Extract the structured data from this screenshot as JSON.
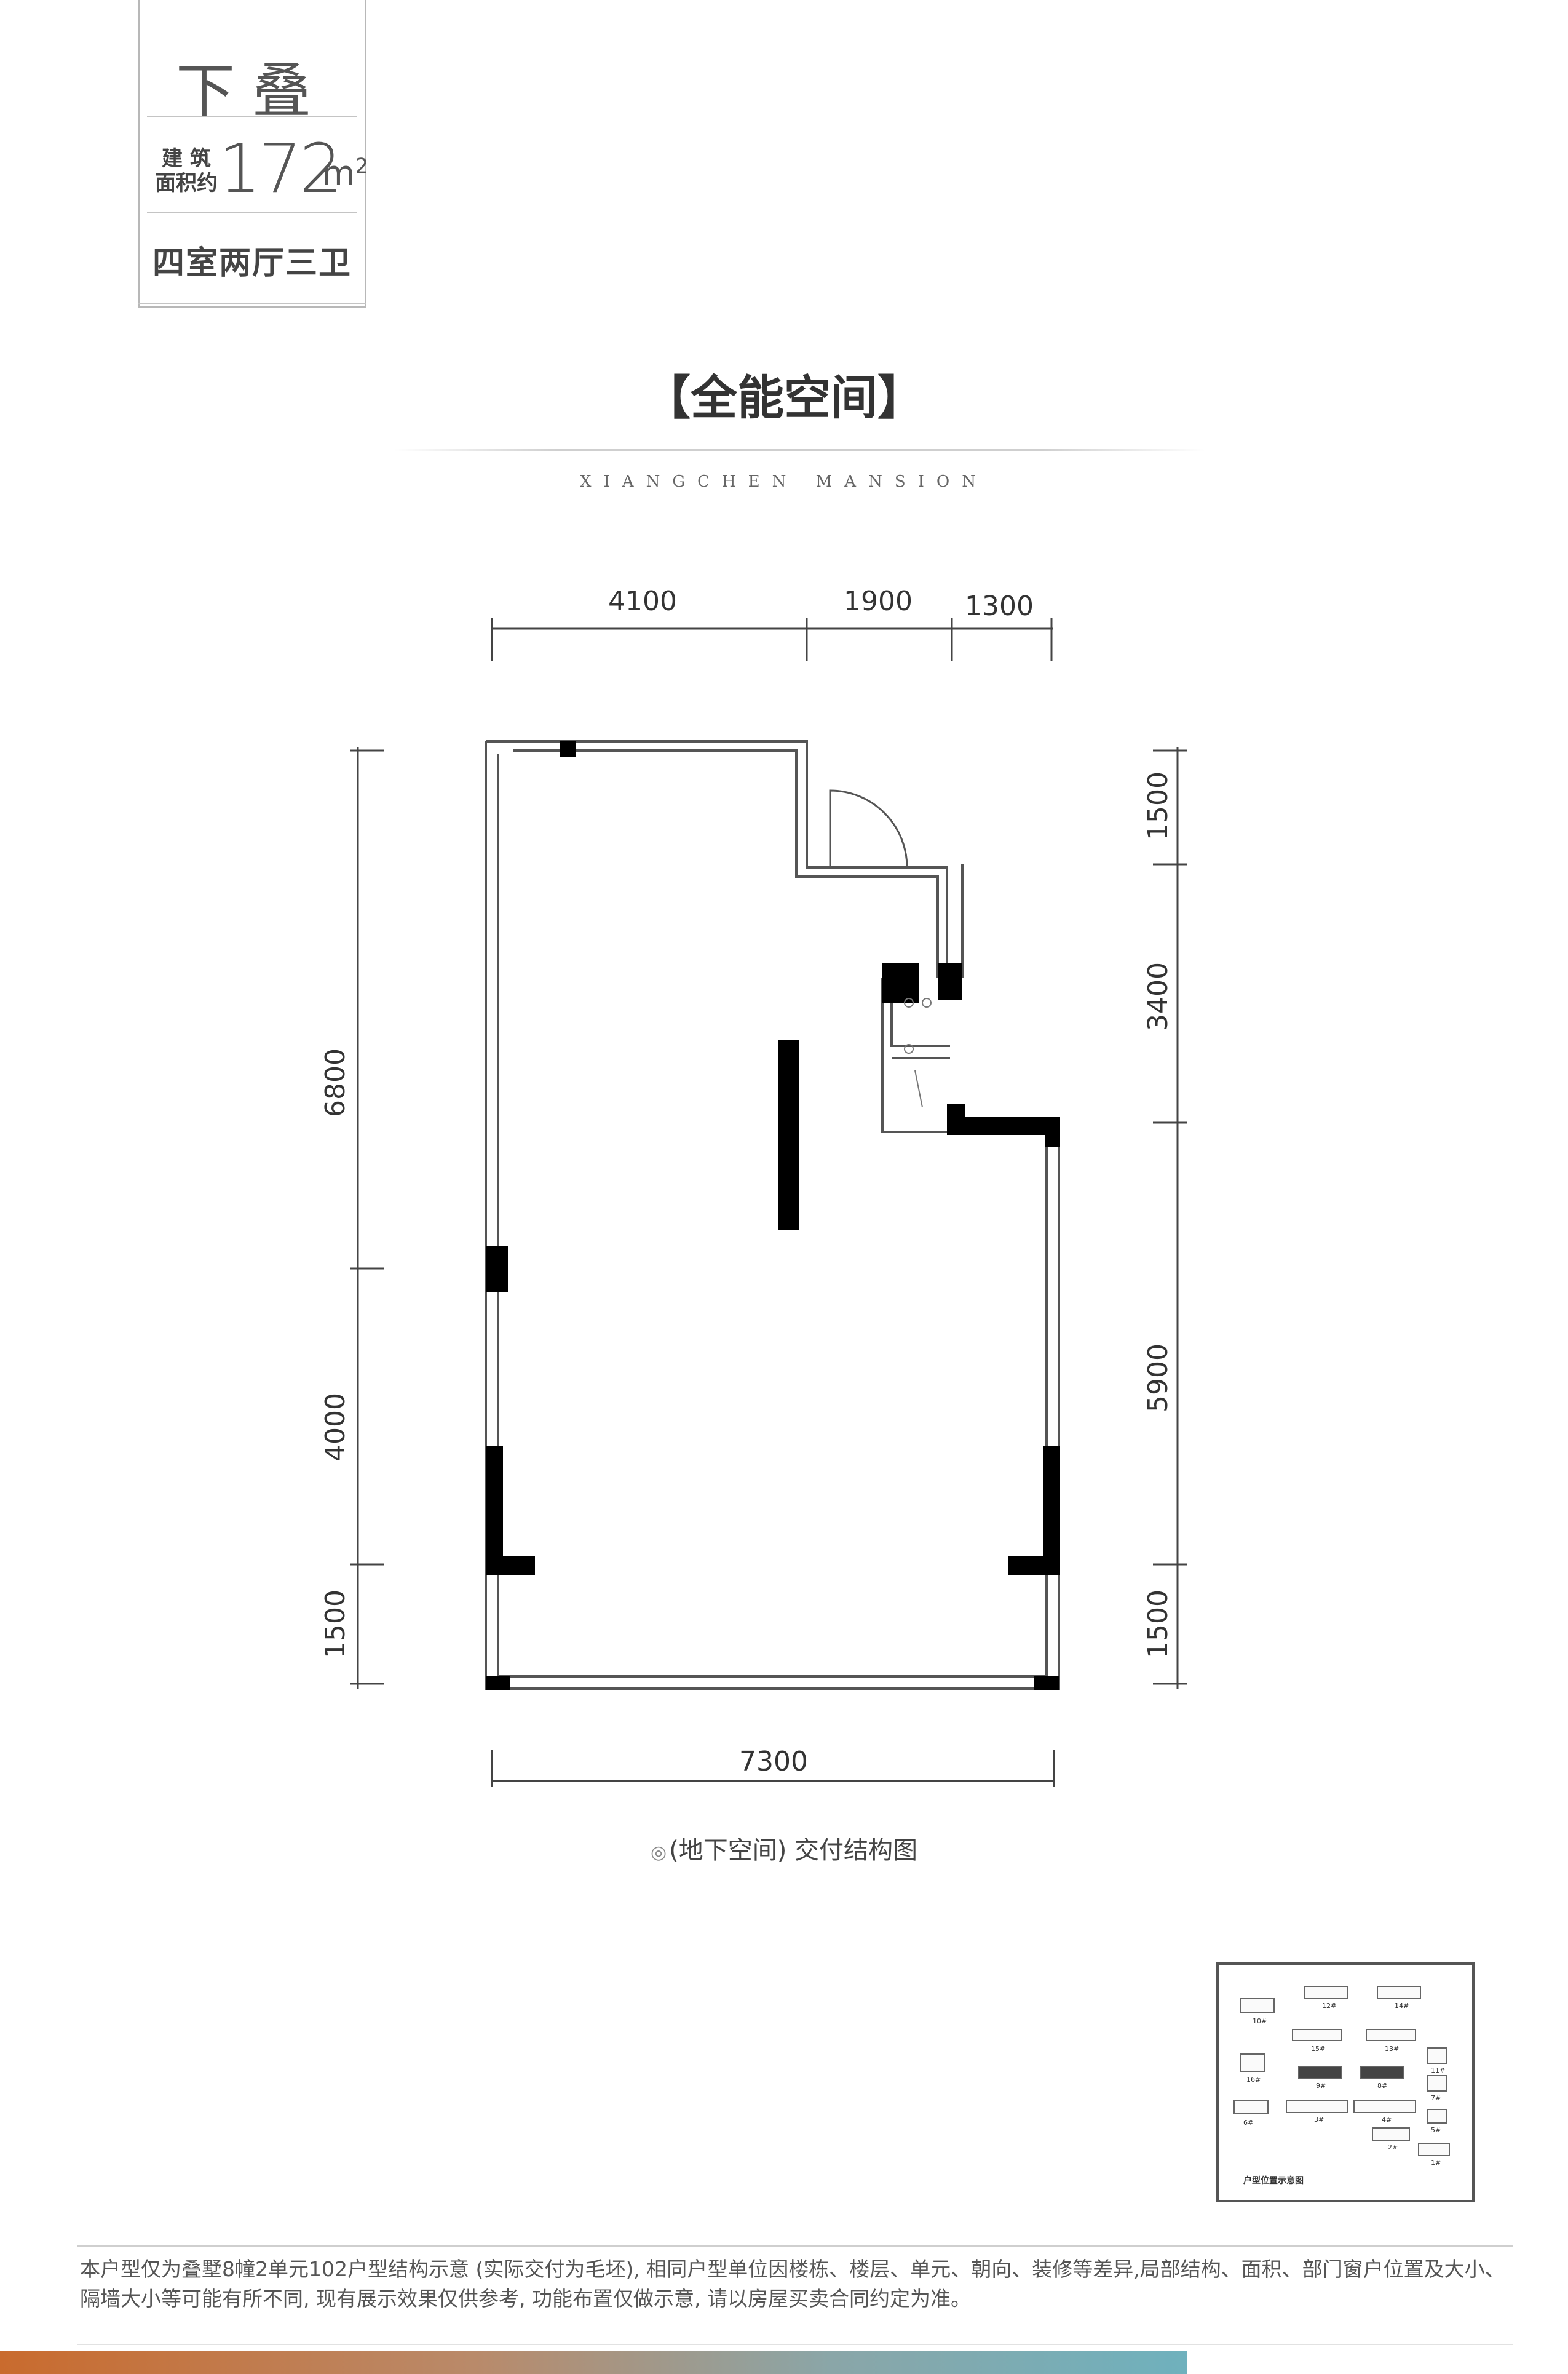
{
  "header": {
    "variant_title": "下叠",
    "area_prefix_line1": "建 筑",
    "area_prefix_line2": "面积约",
    "area_value": "172",
    "area_unit": "m",
    "area_unit_sup": "2",
    "layout_type": "四室两厅三卫"
  },
  "section": {
    "title": "【全能空间】",
    "brand_subtitle": "XIANGCHEN MANSION"
  },
  "plan": {
    "dim_top": [
      "4100",
      "1900",
      "1300"
    ],
    "dim_bottom": "7300",
    "dim_left": [
      "6800",
      "4000",
      "1500"
    ],
    "dim_right": [
      "1500",
      "3400",
      "5900",
      "1500"
    ],
    "caption_mark": "◎",
    "caption": "(地下空间) 交付结构图"
  },
  "keymap": {
    "label": "户型位置示意图",
    "buildings": [
      "10#",
      "12#",
      "14#",
      "15#",
      "13#",
      "11#",
      "16#",
      "9#",
      "8#",
      "7#",
      "6#",
      "3#",
      "4#",
      "5#",
      "2#",
      "1#"
    ]
  },
  "footer": {
    "disclaimer": "本户型仅为叠墅8幢2单元102户型结构示意 (实际交付为毛坯), 相同户型单位因楼栋、楼层、单元、朝向、装修等差异,局部结构、面积、部门窗户位置及大小、隔墙大小等可能有所不同, 现有展示效果仅供参考, 功能布置仅做示意, 请以房屋买卖合同约定为准。"
  }
}
